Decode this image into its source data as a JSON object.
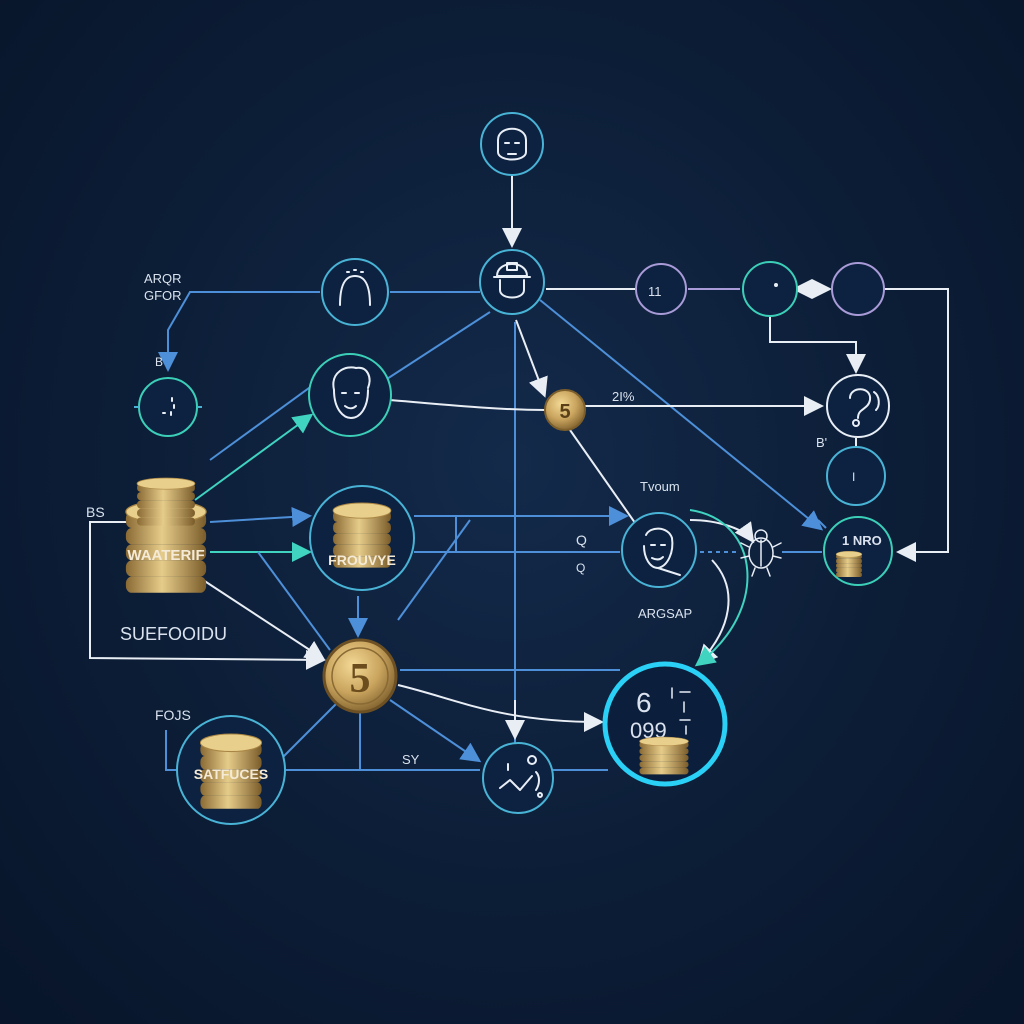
{
  "colors": {
    "background": "#0c1d36",
    "edge_blue": "#4d8fd8",
    "edge_white": "#e9eef5",
    "edge_teal": "#3fd3c0",
    "node_ring": "#49b3d6",
    "coin_gold": "#c9a45e"
  },
  "labels": {
    "top_left_line1": "ARQR",
    "top_left_line2": "GFOR",
    "small_b": "B",
    "bs": "BS",
    "coins_left": "WAATERIF",
    "suefooidu": "SUEFOOIDU",
    "frouvye": "FROUVYE",
    "fojs": "FOJS",
    "satfuces": "SATFUCES",
    "sy": "SY",
    "coin5": "5",
    "pct_label": "2I%",
    "tvoum": "Tvoum",
    "q_upper": "Q",
    "q_lower": "Q",
    "argsap": "ARGSAP",
    "node_11": "11",
    "b3": "B'",
    "right_node_text": "1 NRO",
    "right_small": "I",
    "big_node_text_1": "6",
    "big_node_text_2": "099"
  },
  "icons": {
    "top_person": "person-face-icon",
    "helmet": "worker-helmet-icon",
    "user_outline": "user-outline-icon",
    "face_left": "face-portrait-icon",
    "face_center": "face-portrait-icon",
    "bug": "bug-icon",
    "chart_node": "activity-icon"
  }
}
